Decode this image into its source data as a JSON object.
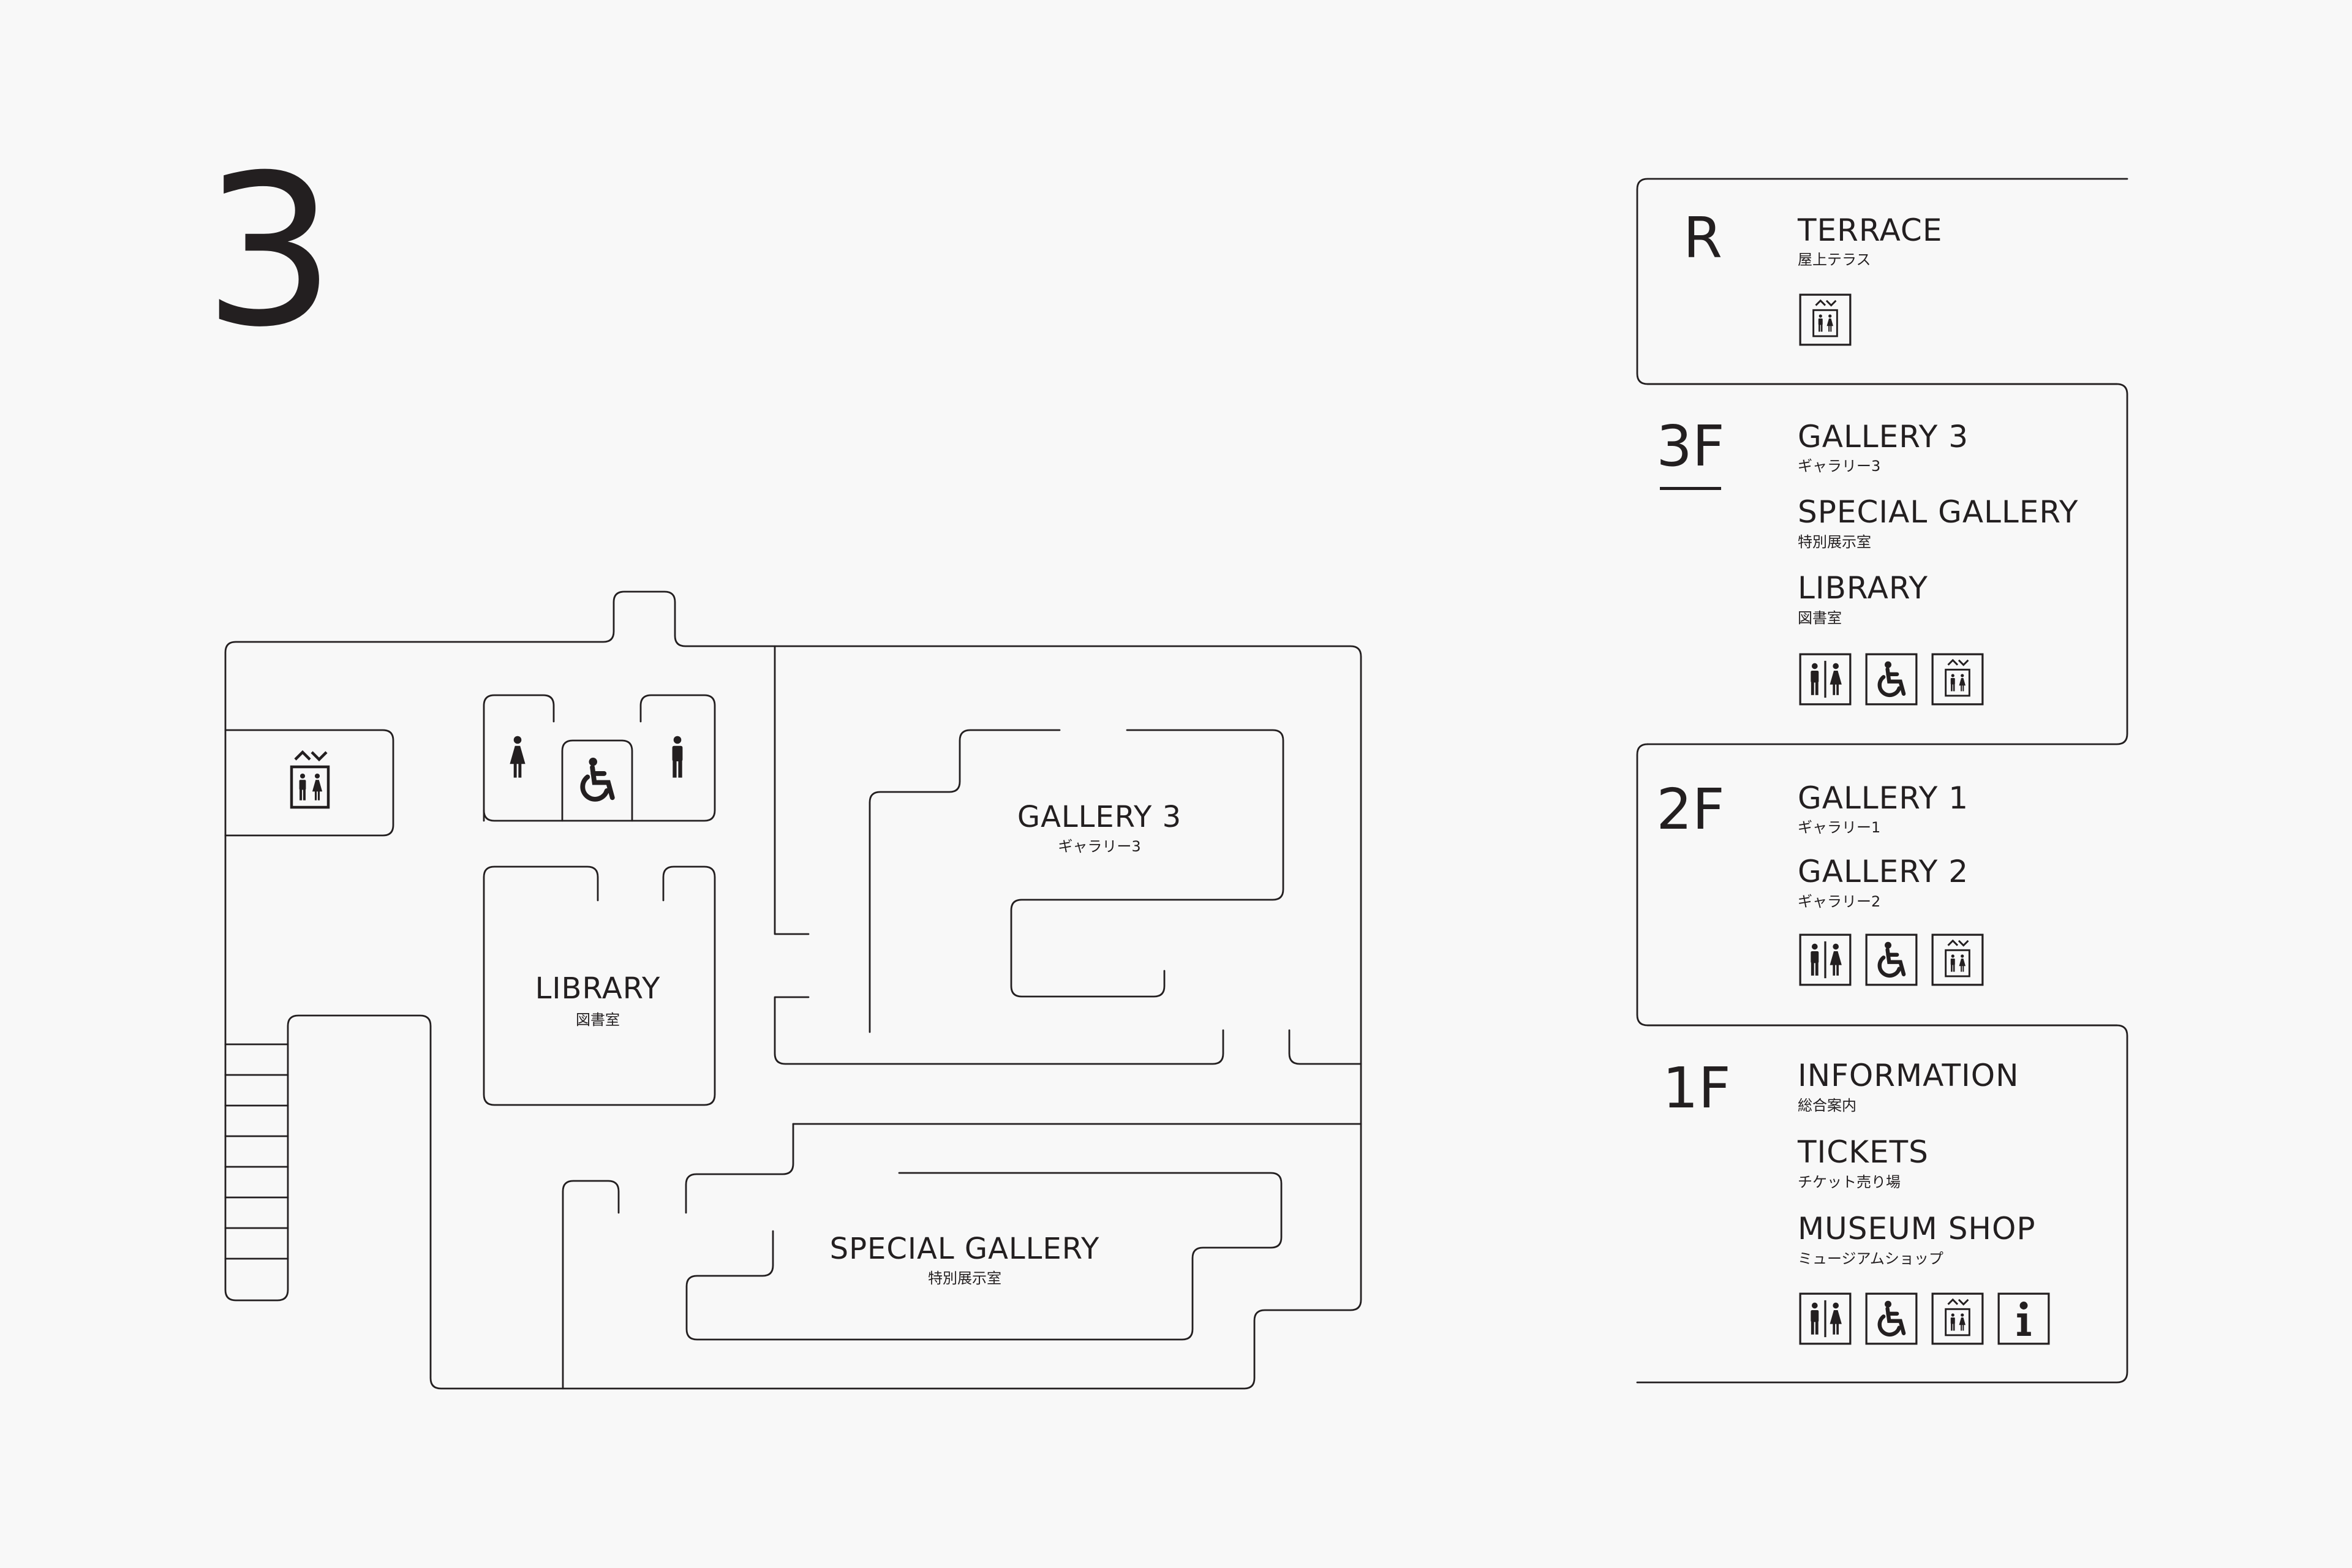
{
  "current_floor": "3",
  "map": {
    "rooms": [
      {
        "id": "gallery3",
        "en": "GALLERY 3",
        "jp": "ギャラリー3"
      },
      {
        "id": "library",
        "en": "LIBRARY",
        "jp": "図書室"
      },
      {
        "id": "special",
        "en": "SPECIAL GALLERY",
        "jp": "特別展示室"
      }
    ],
    "icons": {
      "elevator": "elevator-icon",
      "restroom_female": "female-restroom-icon",
      "restroom_male": "male-restroom-icon",
      "accessible": "wheelchair-icon"
    }
  },
  "directory": [
    {
      "level": "R",
      "current": false,
      "facilities": [
        {
          "en": "TERRACE",
          "jp": "屋上テラス"
        }
      ],
      "icons": [
        "elevator-icon"
      ]
    },
    {
      "level": "3F",
      "current": true,
      "facilities": [
        {
          "en": "GALLERY 3",
          "jp": "ギャラリー3"
        },
        {
          "en": "SPECIAL GALLERY",
          "jp": "特別展示室"
        },
        {
          "en": "LIBRARY",
          "jp": "図書室"
        }
      ],
      "icons": [
        "restroom-icon",
        "wheelchair-icon",
        "elevator-icon"
      ]
    },
    {
      "level": "2F",
      "current": false,
      "facilities": [
        {
          "en": "GALLERY 1",
          "jp": "ギャラリー1"
        },
        {
          "en": "GALLERY 2",
          "jp": "ギャラリー2"
        }
      ],
      "icons": [
        "restroom-icon",
        "wheelchair-icon",
        "elevator-icon"
      ]
    },
    {
      "level": "1F",
      "current": false,
      "facilities": [
        {
          "en": "INFORMATION",
          "jp": "総合案内"
        },
        {
          "en": "TICKETS",
          "jp": "チケット売り場"
        },
        {
          "en": "MUSEUM SHOP",
          "jp": "ミュージアムショップ"
        }
      ],
      "icons": [
        "restroom-icon",
        "wheelchair-icon",
        "elevator-icon",
        "information-icon"
      ]
    }
  ],
  "colors": {
    "ink": "#231f20",
    "background": "#f8f8f8"
  }
}
